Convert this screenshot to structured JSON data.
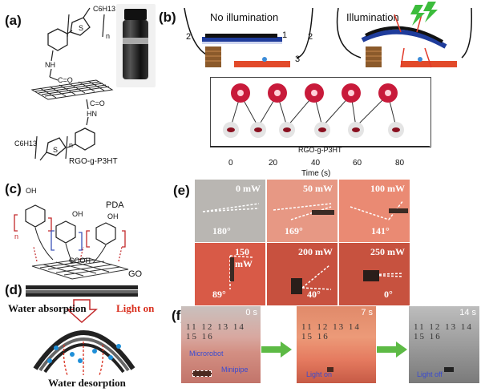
{
  "panels": {
    "a": {
      "label": "(a)",
      "substituent_top": "C6H13",
      "substituent_bottom": "C6H13",
      "nh_top": "NH",
      "nh_bottom": "HN",
      "co_top": "C=O",
      "co_bottom": "C=O",
      "s_label": "S",
      "n_label": "n",
      "caption": "RGO-g-P3HT"
    },
    "b": {
      "label": "(b)",
      "no_illumination": "No illumination",
      "illumination": "Illumination",
      "num1": "1",
      "num2a": "2",
      "num2b": "2",
      "num3": "3",
      "inset_label": "RGO-g-P3HT",
      "axis_label": "Time (s)",
      "ticks": [
        "0",
        "20",
        "40",
        "60",
        "80"
      ]
    },
    "c": {
      "label": "(c)",
      "pda": "PDA",
      "go": "GO",
      "oh": "OH",
      "cooh": "COOH",
      "n": "n"
    },
    "d": {
      "label": "(d)",
      "water_absorption": "Water absorption",
      "light_on": "Light on",
      "water_desorption": "Water desorption"
    },
    "e": {
      "label": "(e)",
      "tiles": [
        {
          "power": "0 mW",
          "angle": "180°",
          "color": "#b9b6b2"
        },
        {
          "power": "50 mW",
          "angle": "169°",
          "color": "#e79884"
        },
        {
          "power": "100 mW",
          "angle": "141°",
          "color": "#ea8a73"
        },
        {
          "power": "150 mW",
          "angle": "89°",
          "color": "#d85a47"
        },
        {
          "power": "200 mW",
          "angle": "40°",
          "color": "#c8513f"
        },
        {
          "power": "250 mW",
          "angle": "0°",
          "color": "#c7523f"
        }
      ]
    },
    "f": {
      "label": "(f)",
      "ruler": "11 12 13 14 15 16",
      "times": [
        "0 s",
        "7 s",
        "14 s"
      ],
      "microrobot": "Microrobot",
      "minipipe": "Minipipe",
      "light_on": "Light on",
      "light_off": "Light off"
    }
  }
}
